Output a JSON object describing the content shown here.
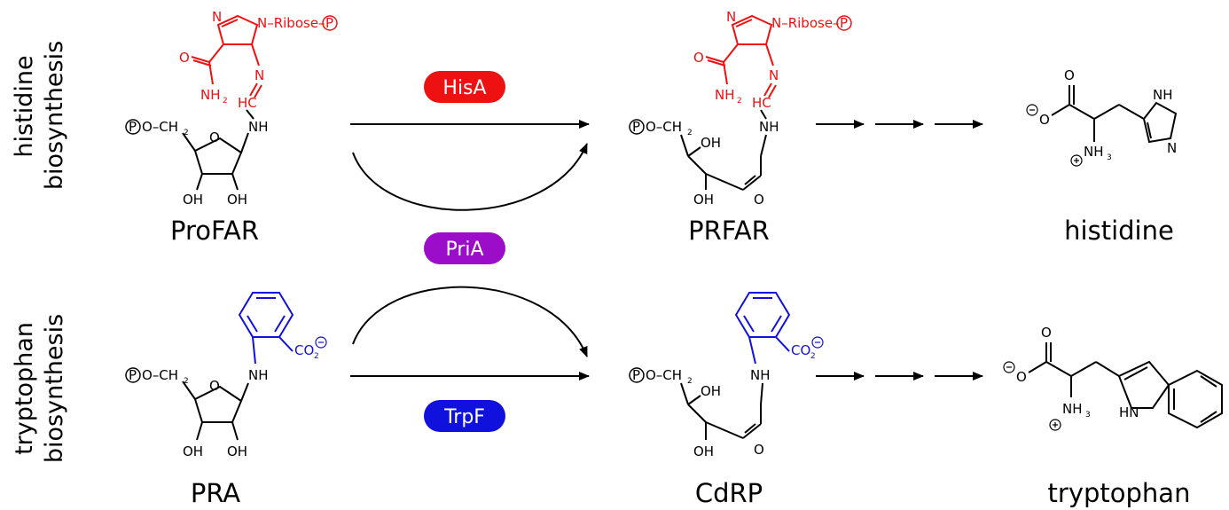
{
  "row_labels": {
    "histidine": [
      "histidine",
      "biosynthesis"
    ],
    "tryptophan": [
      "tryptophan",
      "biosynthesis"
    ]
  },
  "compounds": {
    "profar": "ProFAR",
    "prfar": "PRFAR",
    "histidine": "histidine",
    "pra": "PRA",
    "cdrp": "CdRP",
    "tryptophan": "tryptophan"
  },
  "enzymes": {
    "hisa": {
      "label": "HisA",
      "color": "#ee1111"
    },
    "pria": {
      "label": "PriA",
      "color": "#9b0dc8"
    },
    "trpf": {
      "label": "TrpF",
      "color": "#1111dd"
    }
  },
  "atoms": {
    "n": "N",
    "nh": "NH",
    "hn": "HN",
    "o": "O",
    "oh": "OH",
    "p": "P",
    "ribose": "N–Ribose–",
    "nh2": "NH",
    "nh2_sub": "2",
    "hc": "HC",
    "co2": "CO",
    "co2_sub": "2",
    "ch2": "CH",
    "ch2_sub": "2",
    "nh3": "NH",
    "nh3_sub": "3",
    "minus": "–",
    "plus": "+",
    "dash_o": "O–CH"
  },
  "colors": {
    "imidazole_fragment": "#ee1111",
    "anthranilate_fragment": "#1111dd",
    "ink": "#000000"
  }
}
